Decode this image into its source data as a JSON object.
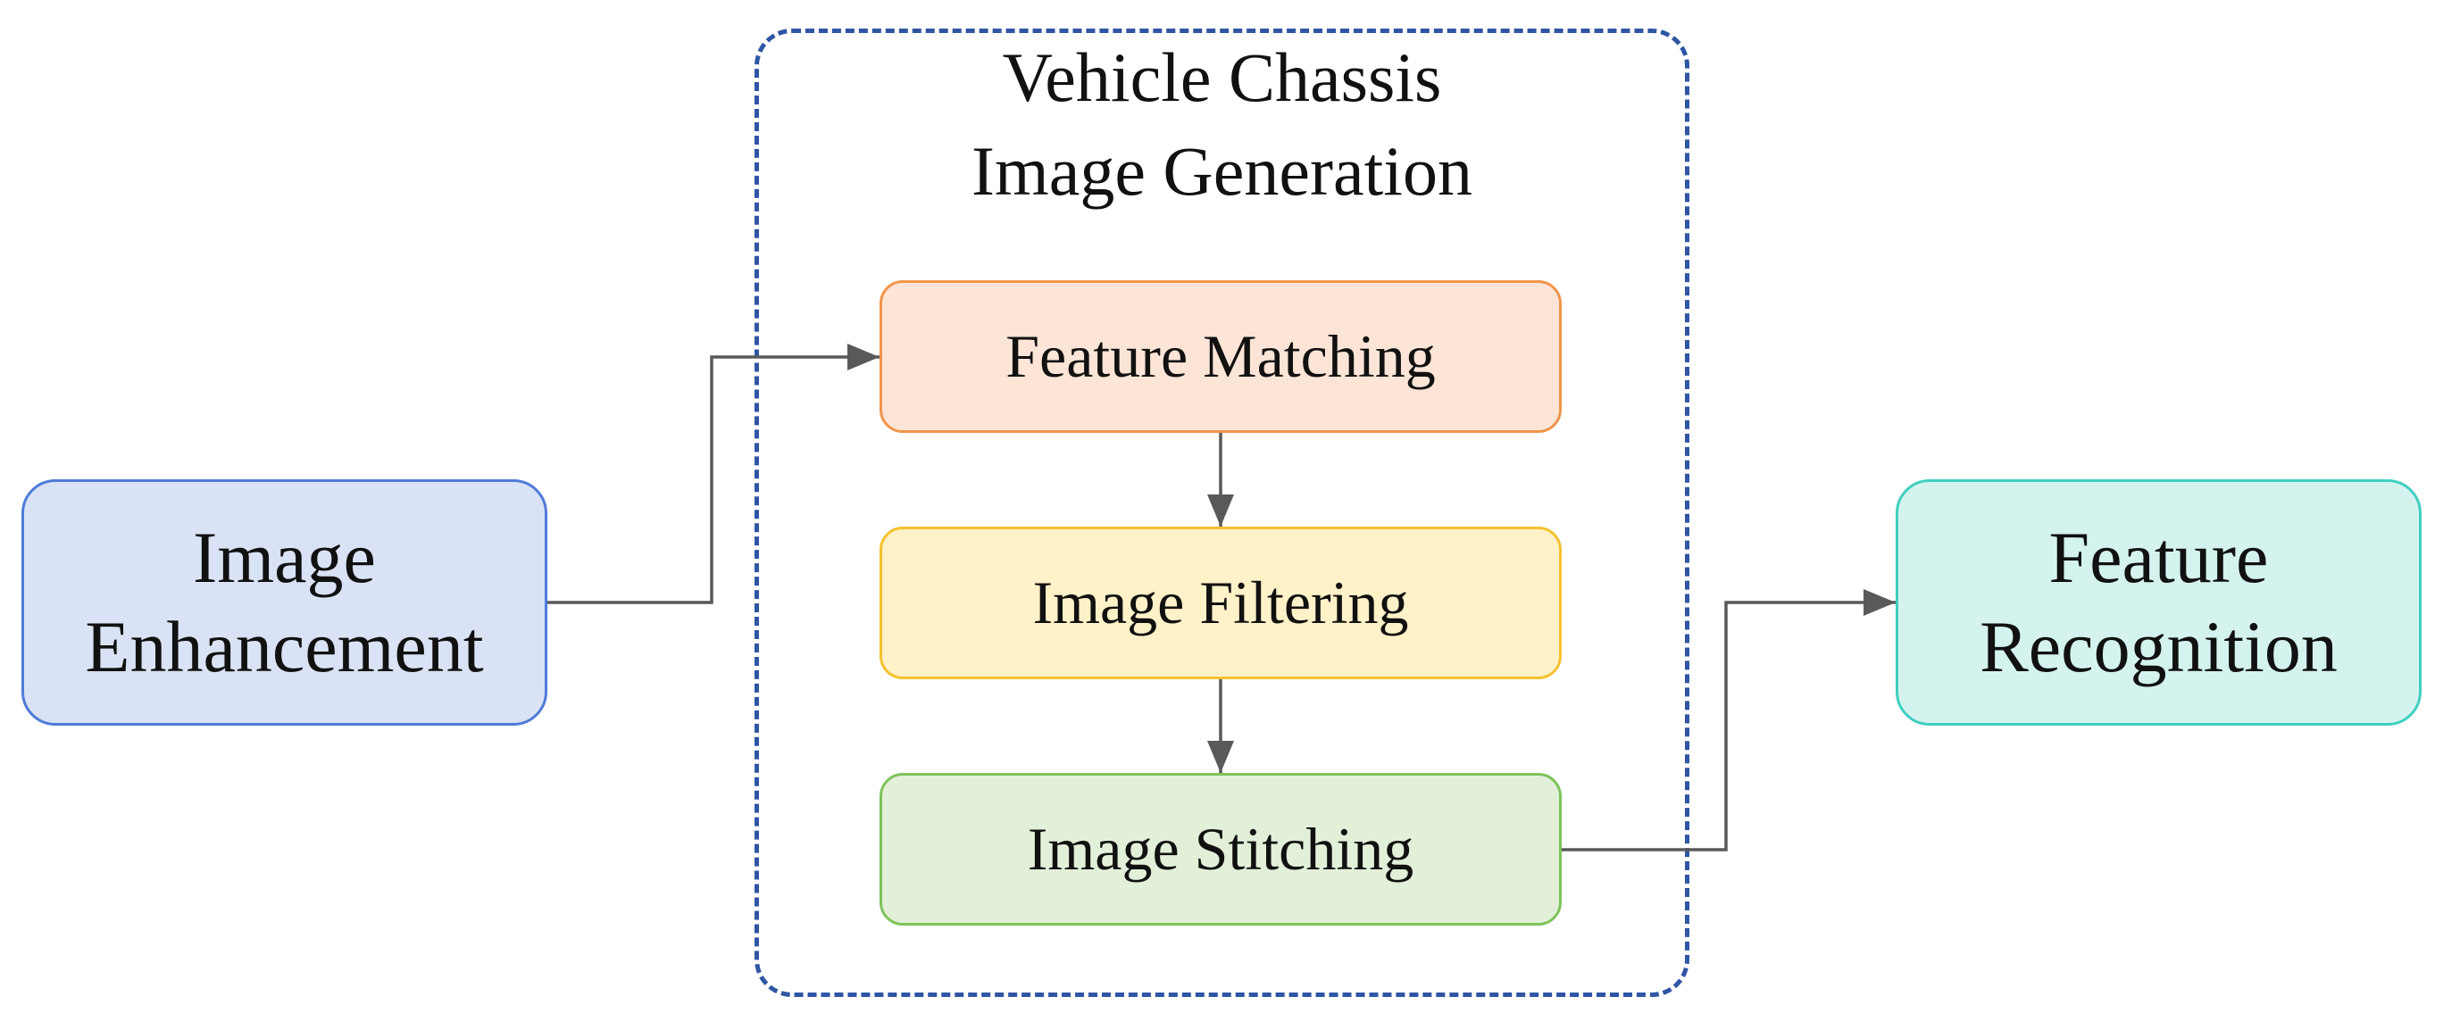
{
  "diagram": {
    "group": {
      "title": "Vehicle Chassis\nImage Generation",
      "border_color": "#2f55a4"
    },
    "nodes": {
      "image_enhancement": {
        "label": "Image\nEnhancement",
        "fill": "#dae3f5",
        "border": "#4f7bd9"
      },
      "feature_matching": {
        "label": "Feature Matching",
        "fill": "#fce5d6",
        "border": "#f0954a"
      },
      "image_filtering": {
        "label": "Image Filtering",
        "fill": "#fff1c8",
        "border": "#f5c12f"
      },
      "image_stitching": {
        "label": "Image Stitching",
        "fill": "#e3f0d9",
        "border": "#7cc35a"
      },
      "feature_recognition": {
        "label": "Feature\nRecognition",
        "fill": "#d4f3ef",
        "border": "#3fcfc1"
      }
    },
    "edges": [
      {
        "from": "Image Enhancement",
        "to": "Feature Matching"
      },
      {
        "from": "Feature Matching",
        "to": "Image Filtering"
      },
      {
        "from": "Image Filtering",
        "to": "Image Stitching"
      },
      {
        "from": "Image Stitching",
        "to": "Feature Recognition"
      }
    ],
    "edge_color": "#595959"
  }
}
